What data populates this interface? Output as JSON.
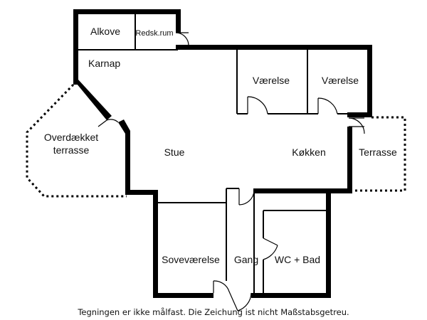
{
  "rooms": {
    "alkove": "Alkove",
    "redskrum": "Redsk.rum",
    "karnap": "Karnap",
    "vaerelse_1": "Værelse",
    "vaerelse_2": "Værelse",
    "overdaekket_line1": "Overdækket",
    "overdaekket_line2": "terrasse",
    "stue": "Stue",
    "koekken": "Køkken",
    "terrasse": "Terrasse",
    "sovevaerelse": "Soveværelse",
    "gang": "Gang",
    "wc_bad": "WC + Bad"
  },
  "footer": {
    "disclaimer": "Tegningen er ikke målfast. Die Zeichung ist nicht Maßstabsgetreu."
  }
}
